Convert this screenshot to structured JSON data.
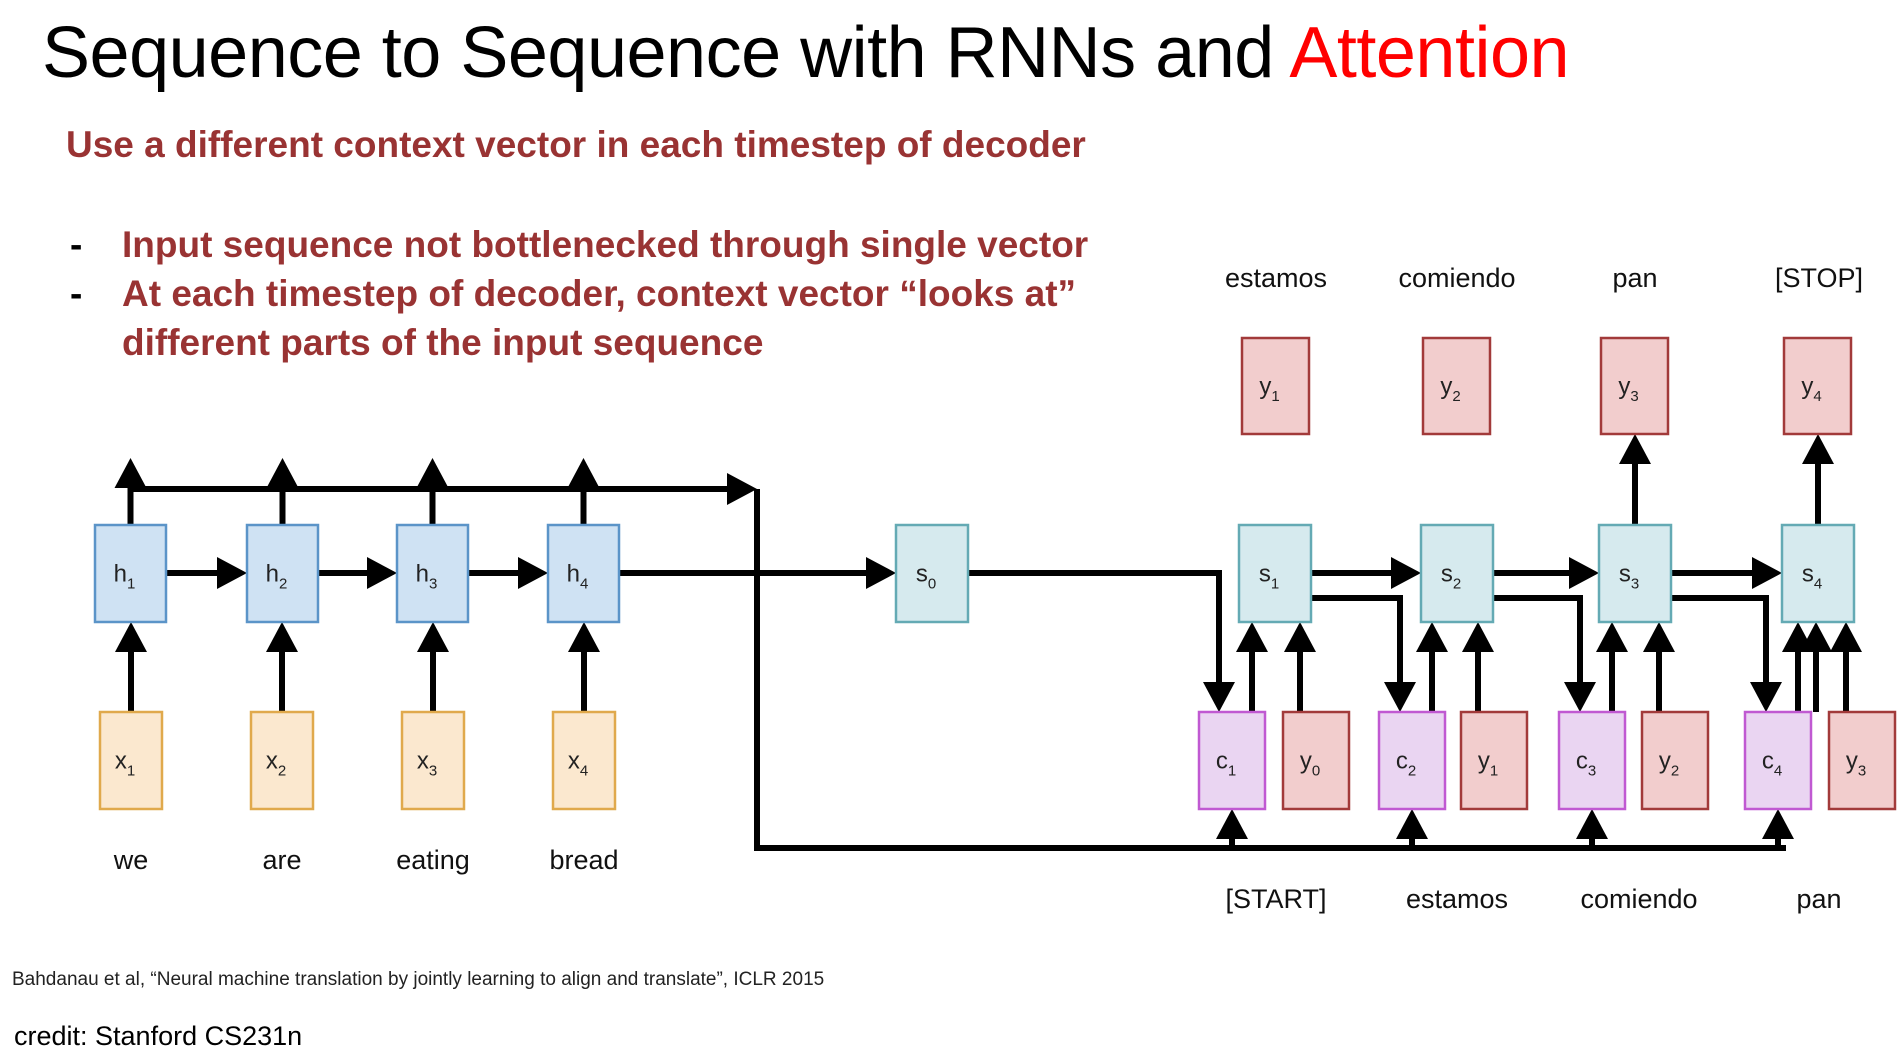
{
  "slide": {
    "title_main": "Sequence to Sequence with RNNs and ",
    "title_accent": "Attention",
    "subtitle": "Use a different context vector in each timestep of decoder",
    "bullets": [
      {
        "dash": "-",
        "text": "Input sequence not bottlenecked through single vector"
      },
      {
        "dash": "-",
        "text": "At each timestep of decoder, context vector “looks at”"
      },
      {
        "dash": "",
        "text": "different parts of the input sequence"
      }
    ],
    "citation": "Bahdanau et al, “Neural machine translation by jointly learning to align and translate”, ICLR 2015",
    "credit": "credit: Stanford CS231n"
  },
  "colors": {
    "title_accent": "#ff0000",
    "text_accent": "#993333",
    "encoder_hidden": {
      "fill": "#cfe2f3",
      "stroke": "#5b94c8"
    },
    "input": {
      "fill": "#fbe8cf",
      "stroke": "#e0a94c"
    },
    "decoder_state": {
      "fill": "#d6eaee",
      "stroke": "#64aab4"
    },
    "output": {
      "fill": "#f2cdcd",
      "stroke": "#a23a3a"
    },
    "context": {
      "fill": "#ead5f2",
      "stroke": "#c059d2"
    }
  },
  "diagram": {
    "encoder": {
      "hidden": [
        {
          "name": "h",
          "sub": "1"
        },
        {
          "name": "h",
          "sub": "2"
        },
        {
          "name": "h",
          "sub": "3"
        },
        {
          "name": "h",
          "sub": "4"
        }
      ],
      "inputs": [
        {
          "name": "x",
          "sub": "1"
        },
        {
          "name": "x",
          "sub": "2"
        },
        {
          "name": "x",
          "sub": "3"
        },
        {
          "name": "x",
          "sub": "4"
        }
      ],
      "words": [
        "we",
        "are",
        "eating",
        "bread"
      ]
    },
    "initial_state": {
      "name": "s",
      "sub": "0"
    },
    "decoder": {
      "states": [
        {
          "name": "s",
          "sub": "1"
        },
        {
          "name": "s",
          "sub": "2"
        },
        {
          "name": "s",
          "sub": "3"
        },
        {
          "name": "s",
          "sub": "4"
        }
      ],
      "outputs": [
        {
          "name": "y",
          "sub": "1"
        },
        {
          "name": "y",
          "sub": "2"
        },
        {
          "name": "y",
          "sub": "3"
        },
        {
          "name": "y",
          "sub": "4"
        }
      ],
      "output_words": [
        "estamos",
        "comiendo",
        "pan",
        "[STOP]"
      ],
      "contexts": [
        {
          "name": "c",
          "sub": "1"
        },
        {
          "name": "c",
          "sub": "2"
        },
        {
          "name": "c",
          "sub": "3"
        },
        {
          "name": "c",
          "sub": "4"
        }
      ],
      "prev_outputs": [
        {
          "name": "y",
          "sub": "0"
        },
        {
          "name": "y",
          "sub": "1"
        },
        {
          "name": "y",
          "sub": "2"
        },
        {
          "name": "y",
          "sub": "3"
        }
      ],
      "input_words": [
        "[START]",
        "estamos",
        "comiendo",
        "pan"
      ]
    }
  }
}
